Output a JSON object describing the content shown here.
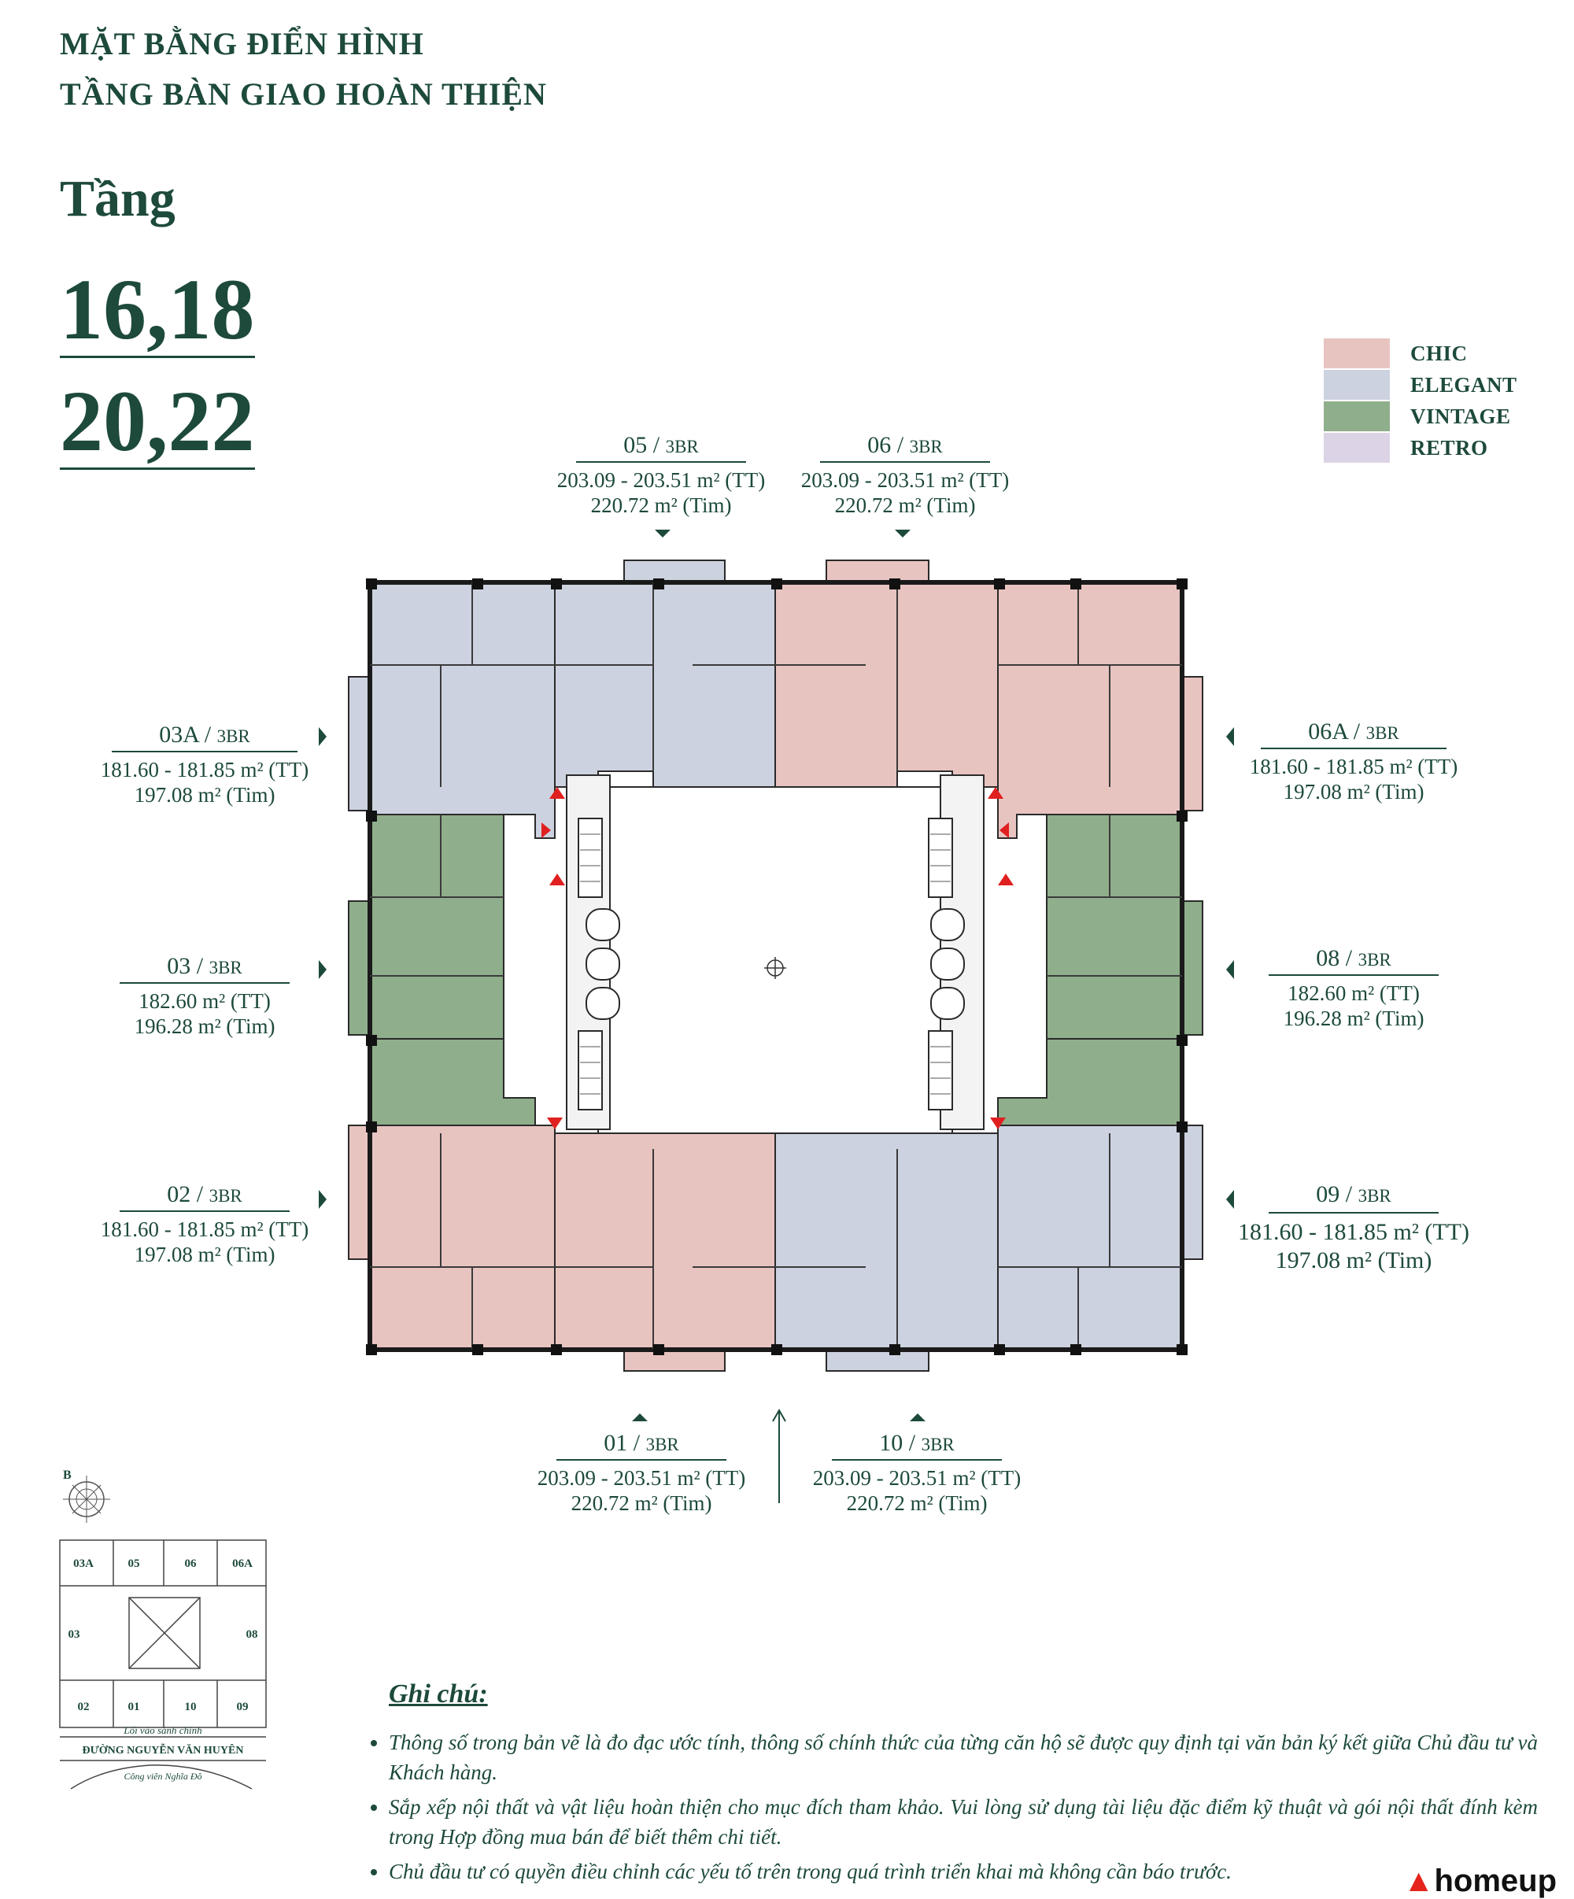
{
  "header": {
    "line1": "MẶT BẰNG ĐIỂN HÌNH",
    "line2": "TẦNG BÀN GIAO HOÀN THIỆN",
    "floor_label": "Tầng",
    "floors_line1": "16,18",
    "floors_line2": "20,22"
  },
  "legend": [
    {
      "label": "CHIC",
      "color": "#e8c4c1"
    },
    {
      "label": "ELEGANT",
      "color": "#cdd2e0"
    },
    {
      "label": "VINTAGE",
      "color": "#8fae8b"
    },
    {
      "label": "RETRO",
      "color": "#ddd3e6"
    }
  ],
  "units": {
    "u05": {
      "code": "05",
      "type": "3BR",
      "area_tt": "203.09 - 203.51 m² (TT)",
      "area_tim": "220.72 m² (Tim)"
    },
    "u06": {
      "code": "06",
      "type": "3BR",
      "area_tt": "203.09 - 203.51 m² (TT)",
      "area_tim": "220.72 m² (Tim)"
    },
    "u03a": {
      "code": "03A",
      "type": "3BR",
      "area_tt": "181.60 - 181.85 m² (TT)",
      "area_tim": "197.08 m² (Tim)"
    },
    "u06a": {
      "code": "06A",
      "type": "3BR",
      "area_tt": "181.60 - 181.85 m² (TT)",
      "area_tim": "197.08 m² (Tim)"
    },
    "u03": {
      "code": "03",
      "type": "3BR",
      "area_tt": "182.60 m² (TT)",
      "area_tim": "196.28 m² (Tim)"
    },
    "u08": {
      "code": "08",
      "type": "3BR",
      "area_tt": "182.60 m² (TT)",
      "area_tim": "196.28 m² (Tim)"
    },
    "u02": {
      "code": "02",
      "type": "3BR",
      "area_tt": "181.60 - 181.85 m² (TT)",
      "area_tim": "197.08 m² (Tim)"
    },
    "u09": {
      "code": "09",
      "type": "3BR",
      "area_tt": "181.60 - 181.85 m² (TT)",
      "area_tim": "197.08 m² (Tim)"
    },
    "u01": {
      "code": "01",
      "type": "3BR",
      "area_tt": "203.09 - 203.51 m² (TT)",
      "area_tim": "220.72 m² (Tim)"
    },
    "u10": {
      "code": "10",
      "type": "3BR",
      "area_tt": "203.09 - 203.51 m² (TT)",
      "area_tim": "220.72 m² (Tim)"
    }
  },
  "key_plan": {
    "compass_label": "B",
    "cells": [
      "03A",
      "05",
      "06",
      "06A",
      "03",
      "08",
      "02",
      "01",
      "10",
      "09"
    ],
    "entrance_label": "Lối vào sảnh chính",
    "street_label": "ĐƯỜNG NGUYỄN VĂN HUYÊN",
    "park_label": "Công viên Nghĩa Đô"
  },
  "notes": {
    "title": "Ghi chú:",
    "items": [
      "Thông số trong bản vẽ là đo đạc ước tính, thông số chính thức của từng căn hộ sẽ được quy định tại văn bản ký kết giữa Chủ đầu tư và Khách hàng.",
      "Sắp xếp nội thất và vật liệu hoàn thiện cho mục đích tham khảo. Vui lòng sử dụng tài liệu đặc điểm kỹ thuật và gói nội thất đính kèm trong Hợp đồng mua bán để biết thêm chi tiết.",
      "Chủ đầu tư có quyền điều chỉnh các yếu tố trên trong quá trình triển khai mà không cần báo trước."
    ]
  },
  "brand": {
    "name": "homeup"
  }
}
